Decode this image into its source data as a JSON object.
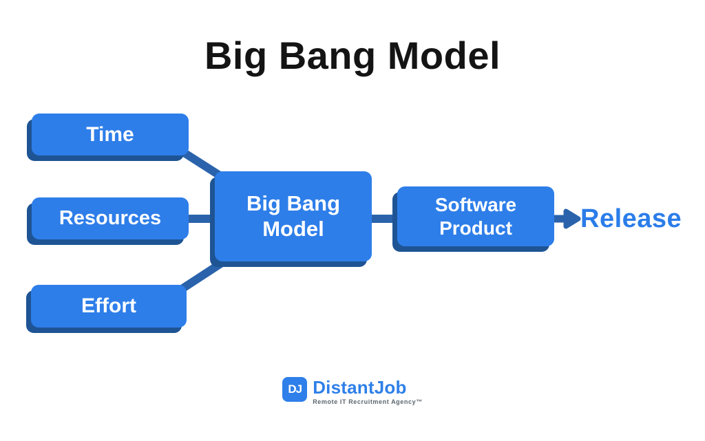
{
  "title": "Big Bang Model",
  "diagram": {
    "inputs": [
      {
        "label": "Time"
      },
      {
        "label": "Resources"
      },
      {
        "label": "Effort"
      }
    ],
    "center": {
      "label": "Big Bang Model"
    },
    "output": {
      "label": "Software Product"
    },
    "release_label": "Release"
  },
  "colors": {
    "box_fill": "#2e7ee9",
    "box_shadow": "#1e5494",
    "connector": "#2a63ab",
    "title_text": "#141414",
    "release_text": "#2b7de9",
    "tagline_text": "#5a656e",
    "box_text": "#ffffff"
  },
  "logo": {
    "icon_text": "DJ",
    "brand": "DistantJob",
    "tagline": "Remote IT Recruitment Agency™"
  }
}
